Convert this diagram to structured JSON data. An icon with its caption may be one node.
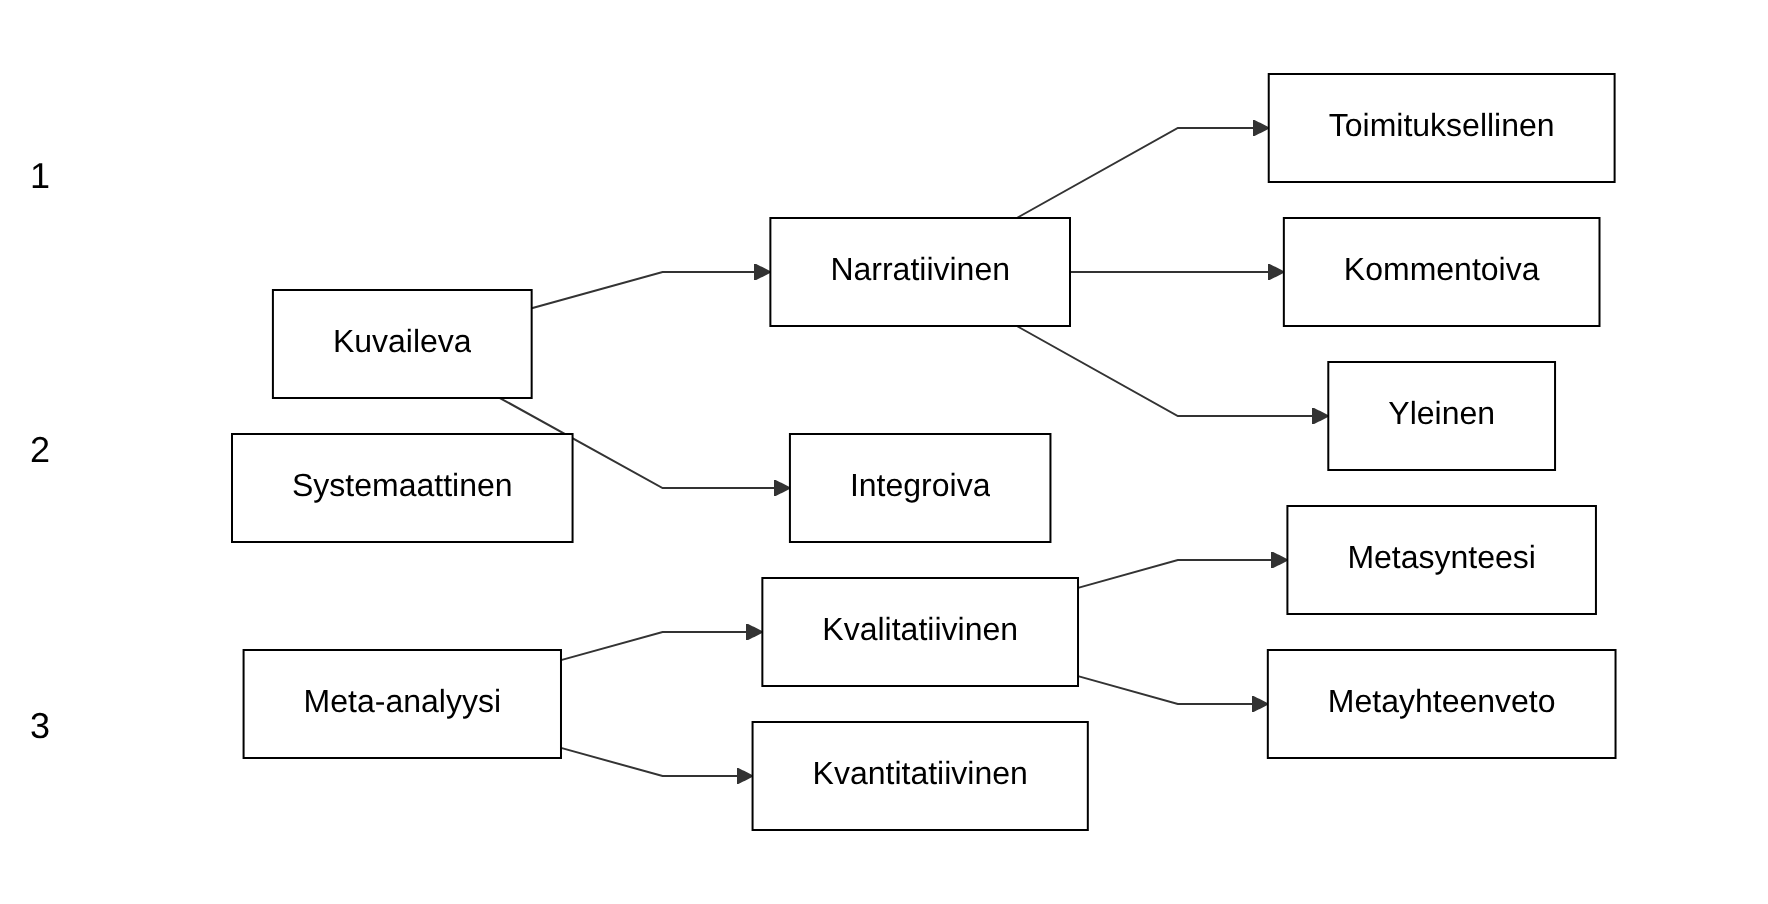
{
  "diagram": {
    "nodes": [
      {
        "text": [
          "Kuvaileva"
        ]
      },
      {
        "text": [
          "Narratiivinen"
        ]
      },
      {
        "text": [
          "Integroiva"
        ]
      },
      {
        "text": [
          "Toimituksellinen"
        ]
      },
      {
        "text": [
          "Kommentoiva"
        ]
      },
      {
        "text": [
          "Yleinen"
        ]
      },
      {
        "text": [
          "Systemaattinen"
        ]
      },
      {
        "text": [
          "Meta-analyysi"
        ]
      },
      {
        "text": [
          "Kvalitatiivinen"
        ]
      },
      {
        "text": [
          "Kvantitatiivinen"
        ]
      },
      {
        "text": [
          "Metasynteesi"
        ]
      },
      {
        "text": [
          "Metayhteenveto"
        ]
      }
    ],
    "edges": [
      {
        "from": 0,
        "to": 1,
        "arrow": "to"
      },
      {
        "from": 0,
        "to": 2,
        "arrow": "to"
      },
      {
        "from": 1,
        "to": 3,
        "arrow": "to"
      },
      {
        "from": 1,
        "to": 4,
        "arrow": "to"
      },
      {
        "from": 1,
        "to": 5,
        "arrow": "to"
      },
      {
        "from": 7,
        "to": 8,
        "arrow": "to"
      },
      {
        "from": 7,
        "to": 9,
        "arrow": "to"
      },
      {
        "from": 8,
        "to": 10,
        "arrow": "to"
      },
      {
        "from": 8,
        "to": 11,
        "arrow": "to"
      }
    ],
    "labels": [
      "1",
      "2",
      "3"
    ]
  }
}
